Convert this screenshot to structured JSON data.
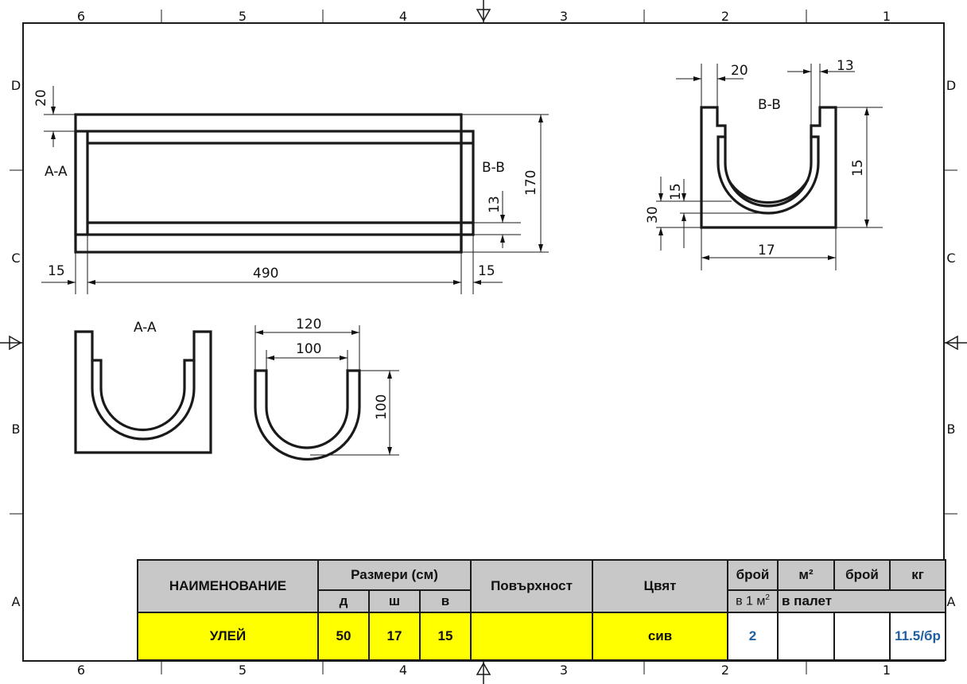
{
  "frame": {
    "top_zones": [
      "6",
      "5",
      "4",
      "3",
      "2",
      "1"
    ],
    "bottom_zones": [
      "6",
      "5",
      "4",
      "3",
      "2",
      "1"
    ],
    "left_zones": [
      "D",
      "C",
      "B",
      "A"
    ],
    "right_zones": [
      "D",
      "C",
      "B",
      "A"
    ]
  },
  "views": {
    "front": {
      "section_label_left": "A-A",
      "section_label_right": "B-B",
      "dims": {
        "top_thickness": "20",
        "height": "170",
        "rail_thickness": "13",
        "left_end": "15",
        "length": "490",
        "right_end": "15"
      }
    },
    "section_bb": {
      "title": "B-B",
      "dims": {
        "left_wall": "20",
        "right_notch": "13",
        "height": "15",
        "bottom_a": "15",
        "bottom_b": "30",
        "width": "17"
      }
    },
    "section_aa": {
      "title": "A-A"
    },
    "insert": {
      "dims": {
        "outer_width": "120",
        "inner_width": "100",
        "height": "100"
      }
    }
  },
  "title_block": {
    "headers": {
      "name": "НАИМЕНОВАНИЕ",
      "dimensions": "Размери (см)",
      "d": "д",
      "sh": "ш",
      "v": "в",
      "surface": "Повърхност",
      "color": "Цвят",
      "count": "брой",
      "per_m2_prefix": "в 1 м",
      "per_m2_sup": "2",
      "m2": "м²",
      "count2": "брой",
      "kg": "кг",
      "pallet": "в палет"
    },
    "row": {
      "name": "УЛЕЙ",
      "d": "50",
      "sh": "17",
      "v": "15",
      "surface": "",
      "color": "сив",
      "per_m2": "2",
      "pallet_m2": "",
      "pallet_count": "",
      "kg": "11.5/бр"
    }
  }
}
